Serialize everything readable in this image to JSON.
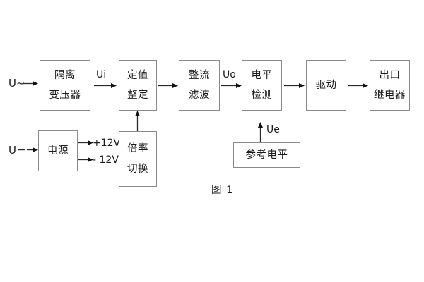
{
  "figure": {
    "caption": "图 1",
    "stroke_color": "#8a8a8a",
    "text_color": "#1b1b1b",
    "background": "#ffffff"
  },
  "signal_chain": {
    "input_label": "U~",
    "blocks": [
      {
        "id": "isolation-transformer",
        "line1": "隔离",
        "line2": "变压器"
      },
      {
        "id": "setting-value",
        "line1": "定值",
        "line2": "整定"
      },
      {
        "id": "rectify-filter",
        "line1": "整流",
        "line2": "滤波"
      },
      {
        "id": "level-detection",
        "line1": "电平",
        "line2": "检测"
      },
      {
        "id": "drive",
        "line1": "驱动",
        "line2": ""
      },
      {
        "id": "output-relay",
        "line1": "出口",
        "line2": "继电器"
      }
    ],
    "signal_labels": {
      "ui": "Ui",
      "uo": "Uo",
      "ue": "Ue"
    }
  },
  "power_section": {
    "input_label": "U",
    "power_supply": {
      "id": "power-supply",
      "line1": "电源",
      "line2": ""
    },
    "rails": [
      {
        "id": "rail-positive",
        "label": "+12V"
      },
      {
        "id": "rail-negative",
        "label": "- 12V"
      }
    ],
    "multiplier_switch": {
      "id": "multiplier-switch",
      "line1": "倍率",
      "line2": "切换"
    }
  },
  "reference_section": {
    "reference_level": {
      "id": "reference-level",
      "line1": "参考电平",
      "line2": ""
    }
  }
}
